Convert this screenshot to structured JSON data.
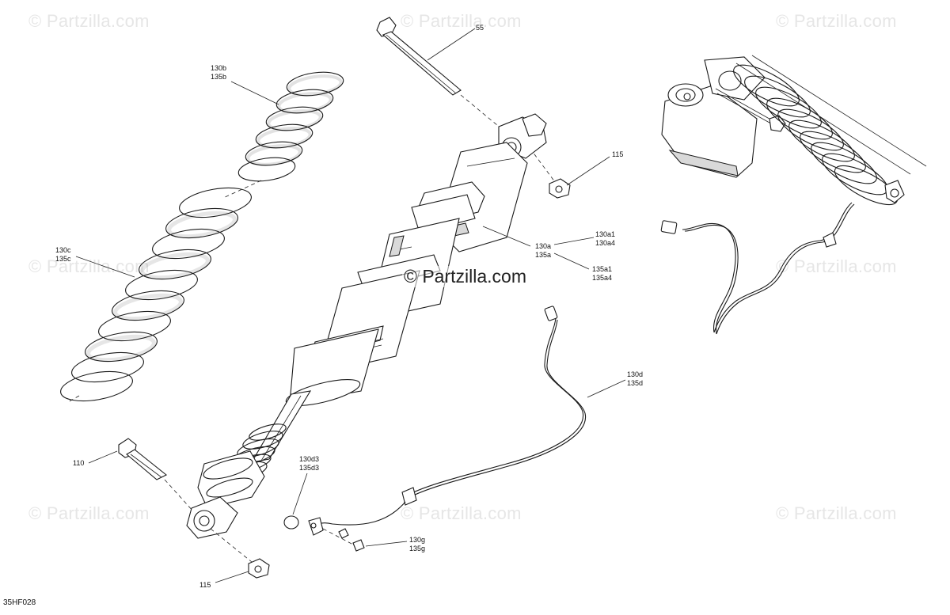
{
  "watermark": "© Partzilla.com",
  "diagram_code": "35HF028",
  "callouts": {
    "spring_upper": [
      "130b",
      "135b"
    ],
    "bolt_top": [
      "55"
    ],
    "nut_top": [
      "115"
    ],
    "spring_lower": [
      "130c",
      "135c"
    ],
    "shock_main": [
      "130a",
      "135a"
    ],
    "shock_sub_a": [
      "130a1",
      "130a4"
    ],
    "shock_sub_b": [
      "135a1",
      "135a4"
    ],
    "harness": [
      "130d",
      "135d"
    ],
    "bolt_bottom": [
      "110"
    ],
    "oring": [
      "130d3",
      "135d3"
    ],
    "clip": [
      "130g",
      "135g"
    ],
    "nut_bottom": [
      "115"
    ]
  }
}
